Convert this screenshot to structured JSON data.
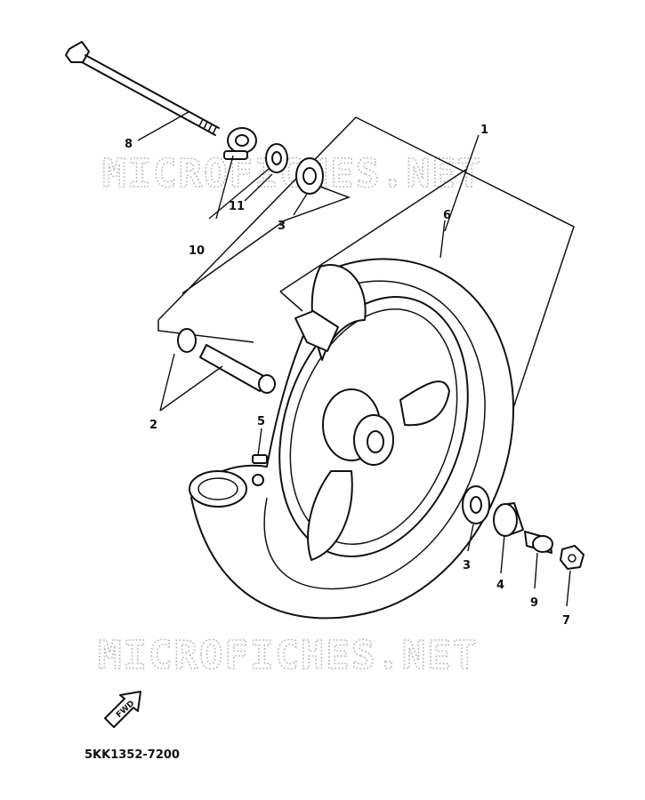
{
  "watermark": "MICROFICHES.NET",
  "diagram_code": "5KK1352-7200",
  "fwd_label": "FWD",
  "callouts": {
    "c1": "1",
    "c2": "2",
    "c3a": "3",
    "c3b": "3",
    "c4": "4",
    "c5": "5",
    "c6": "6",
    "c7": "7",
    "c8": "8",
    "c9": "9",
    "c10": "10",
    "c11": "11"
  }
}
